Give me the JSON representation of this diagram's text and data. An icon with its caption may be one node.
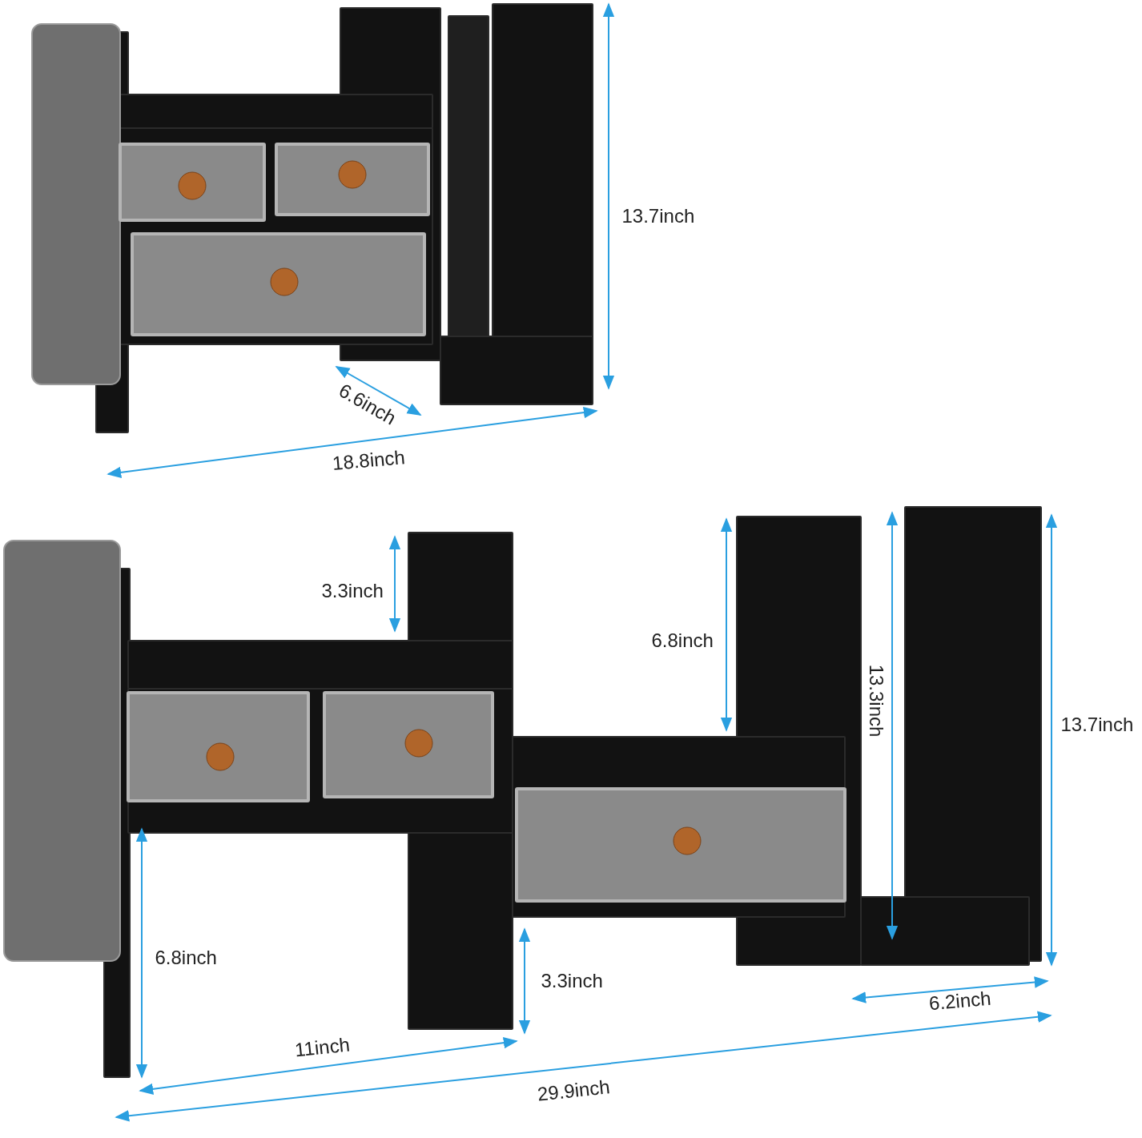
{
  "diagram": {
    "labels": [
      "13.7inch",
      "6.6inch",
      "18.8inch",
      "3.3inch",
      "6.8inch",
      "13.3inch",
      "13.7inch",
      "6.8inch",
      "3.3inch",
      "6.2inch",
      "11inch",
      "29.9inch"
    ]
  }
}
